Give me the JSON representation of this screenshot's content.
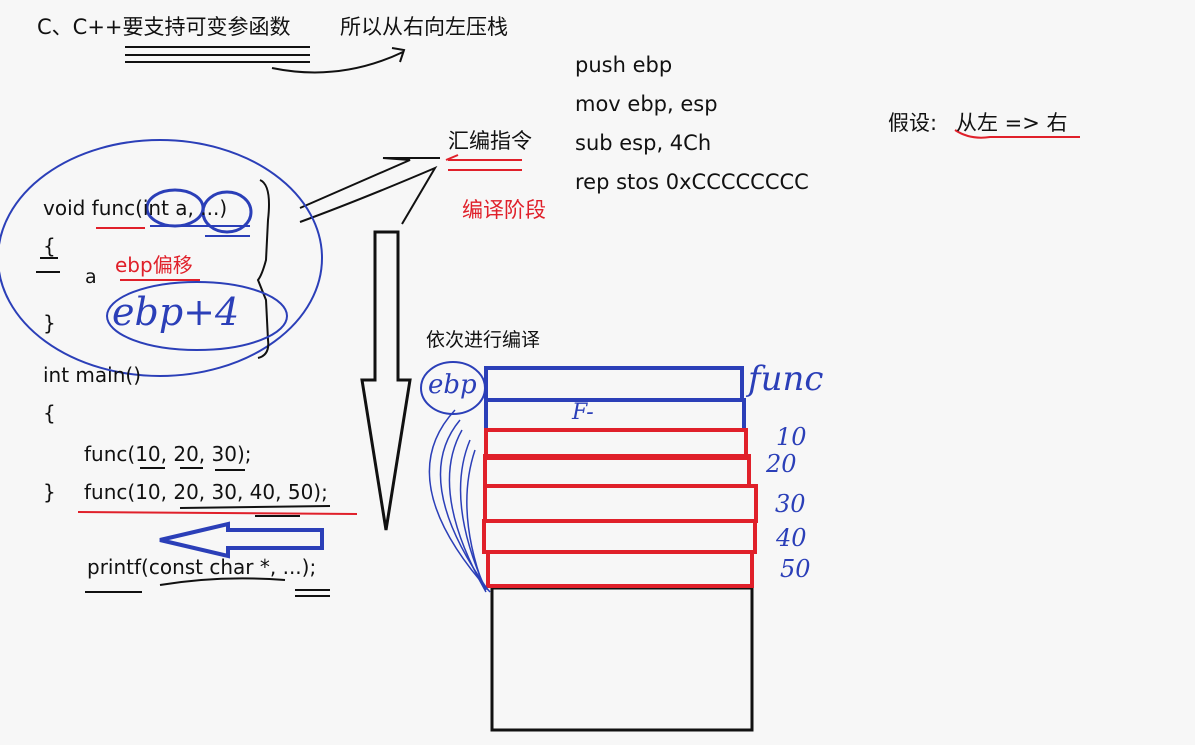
{
  "header": {
    "title": "C、C++要支持可变参函数",
    "subtitle": "所以从右向左压栈"
  },
  "asm": {
    "label": "汇编指令",
    "stage": "编译阶段",
    "lines": [
      "push ebp",
      "mov ebp, esp",
      "sub esp, 4Ch",
      "rep stos 0xCCCCCCCC"
    ]
  },
  "assumption": {
    "prefix": "假设:",
    "value": "从左 => 右"
  },
  "code": {
    "func_sig": "void func(int a, ...)",
    "brace_open": "{",
    "var_a": "a",
    "offset_label": "ebp偏移",
    "offset_handwritten": "ebp+4",
    "brace_close": "}",
    "main_sig": "int main()",
    "main_open": "{",
    "call1": "func(10, 20, 30);",
    "main_close": "}",
    "call2": "func(10, 20, 30, 40, 50);",
    "printf_sig": "printf(const char *, ...);"
  },
  "stack": {
    "caption": "依次进行编译",
    "ebp_hw": "ebp",
    "func_hw": "func",
    "slot_hw": "F-",
    "arg_values_hw": [
      "10",
      "20",
      "30",
      "40",
      "50"
    ]
  },
  "colors": {
    "ink": "#111111",
    "red": "#e0202a",
    "blue": "#2b3fb8"
  }
}
